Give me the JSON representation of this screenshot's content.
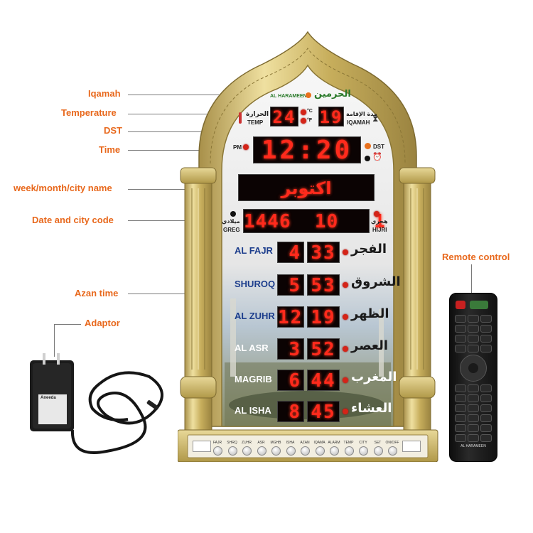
{
  "callouts": {
    "iqamah": "Iqamah",
    "temperature": "Temperature",
    "dst": "DST",
    "time": "Time",
    "week_month_city": "week/month/city name",
    "date_city_code": "Date and city code",
    "azan_time": "Azan time",
    "adaptor": "Adaptor",
    "remote_control": "Remote control"
  },
  "clock": {
    "brand_en": "AL HARAMEEN",
    "brand_ar": "الحرمين",
    "temp_value": "24",
    "temp_ar": "الحرارة",
    "temp_en": "TEMP",
    "unit_c": "°C",
    "unit_f": "°F",
    "iqamah_value": "19",
    "iqamah_ar": "مدة الإقامة",
    "iqamah_en": "IQAMAH",
    "pm_label": "PM",
    "time_value": "12:20",
    "dst_label": "DST",
    "month_name": "اكتوبر",
    "greg_ar": "ميلادي",
    "greg_en": "GREG",
    "date_value": "1446  10   1",
    "hijri_ar": "هجري",
    "hijri_en": "HIJRI",
    "prayers": [
      {
        "en": "AL FAJR",
        "hours": "4",
        "minutes": "33",
        "ar": "الفجر"
      },
      {
        "en": "SHUROQ",
        "hours": "5",
        "minutes": "53",
        "ar": "الشروق"
      },
      {
        "en": "AL ZUHR",
        "hours": "12",
        "minutes": "19",
        "ar": "الظهر"
      },
      {
        "en": "AL ASR",
        "hours": "3",
        "minutes": "52",
        "ar": "العصر"
      },
      {
        "en": "MAGRIB",
        "hours": "6",
        "minutes": "44",
        "ar": "المغرب"
      },
      {
        "en": "AL ISHA",
        "hours": "8",
        "minutes": "45",
        "ar": "العشاء"
      }
    ],
    "buttons": [
      "FAJR",
      "SHRQ",
      "ZUHR",
      "ASR",
      "MGHB",
      "ISHA",
      "AZAN",
      "IQAMA",
      "ALARM",
      "TEMP",
      "CITY",
      "SET",
      "ON/OFF"
    ]
  },
  "adaptor": {
    "brand": "Aneeda"
  },
  "remote": {
    "brand": "AL HARAMEEN"
  },
  "colors": {
    "callout": "#e8681c",
    "gold": "#c9b25e",
    "led": "#ff2a1c",
    "prayer_label": "#1c3d8c"
  }
}
